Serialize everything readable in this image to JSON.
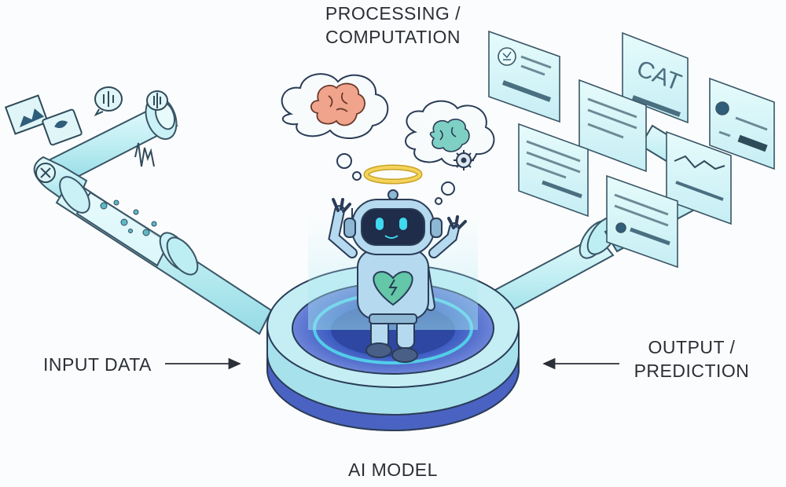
{
  "labels": {
    "processing": [
      "PROCESSING /",
      "COMPUTATION"
    ],
    "input": "INPUT DATA",
    "output": [
      "OUTPUT /",
      "PREDICTION"
    ],
    "model": "AI MODEL"
  },
  "output_cards": {
    "cat": "CAT"
  },
  "colors": {
    "pipe": "#bfeef3",
    "pipe_stroke": "#3a5566",
    "platform_top": "#b9e9f1",
    "platform_base": "#3f55b3",
    "ring_glow": "#52cde8",
    "robot_body": "#b5d9ef",
    "robot_face": "#1f2c4a",
    "eyes": "#3fd9f0",
    "heart": "#63c7a8",
    "halo": "#f3d35a",
    "brain": "#f0a48c",
    "card": "#d9f6f9"
  },
  "icons": [
    "image-icon",
    "chat-icon",
    "audio-icon",
    "sound-wave-icon",
    "brain-icon",
    "gear-icon",
    "halo-icon",
    "heart-icon"
  ]
}
